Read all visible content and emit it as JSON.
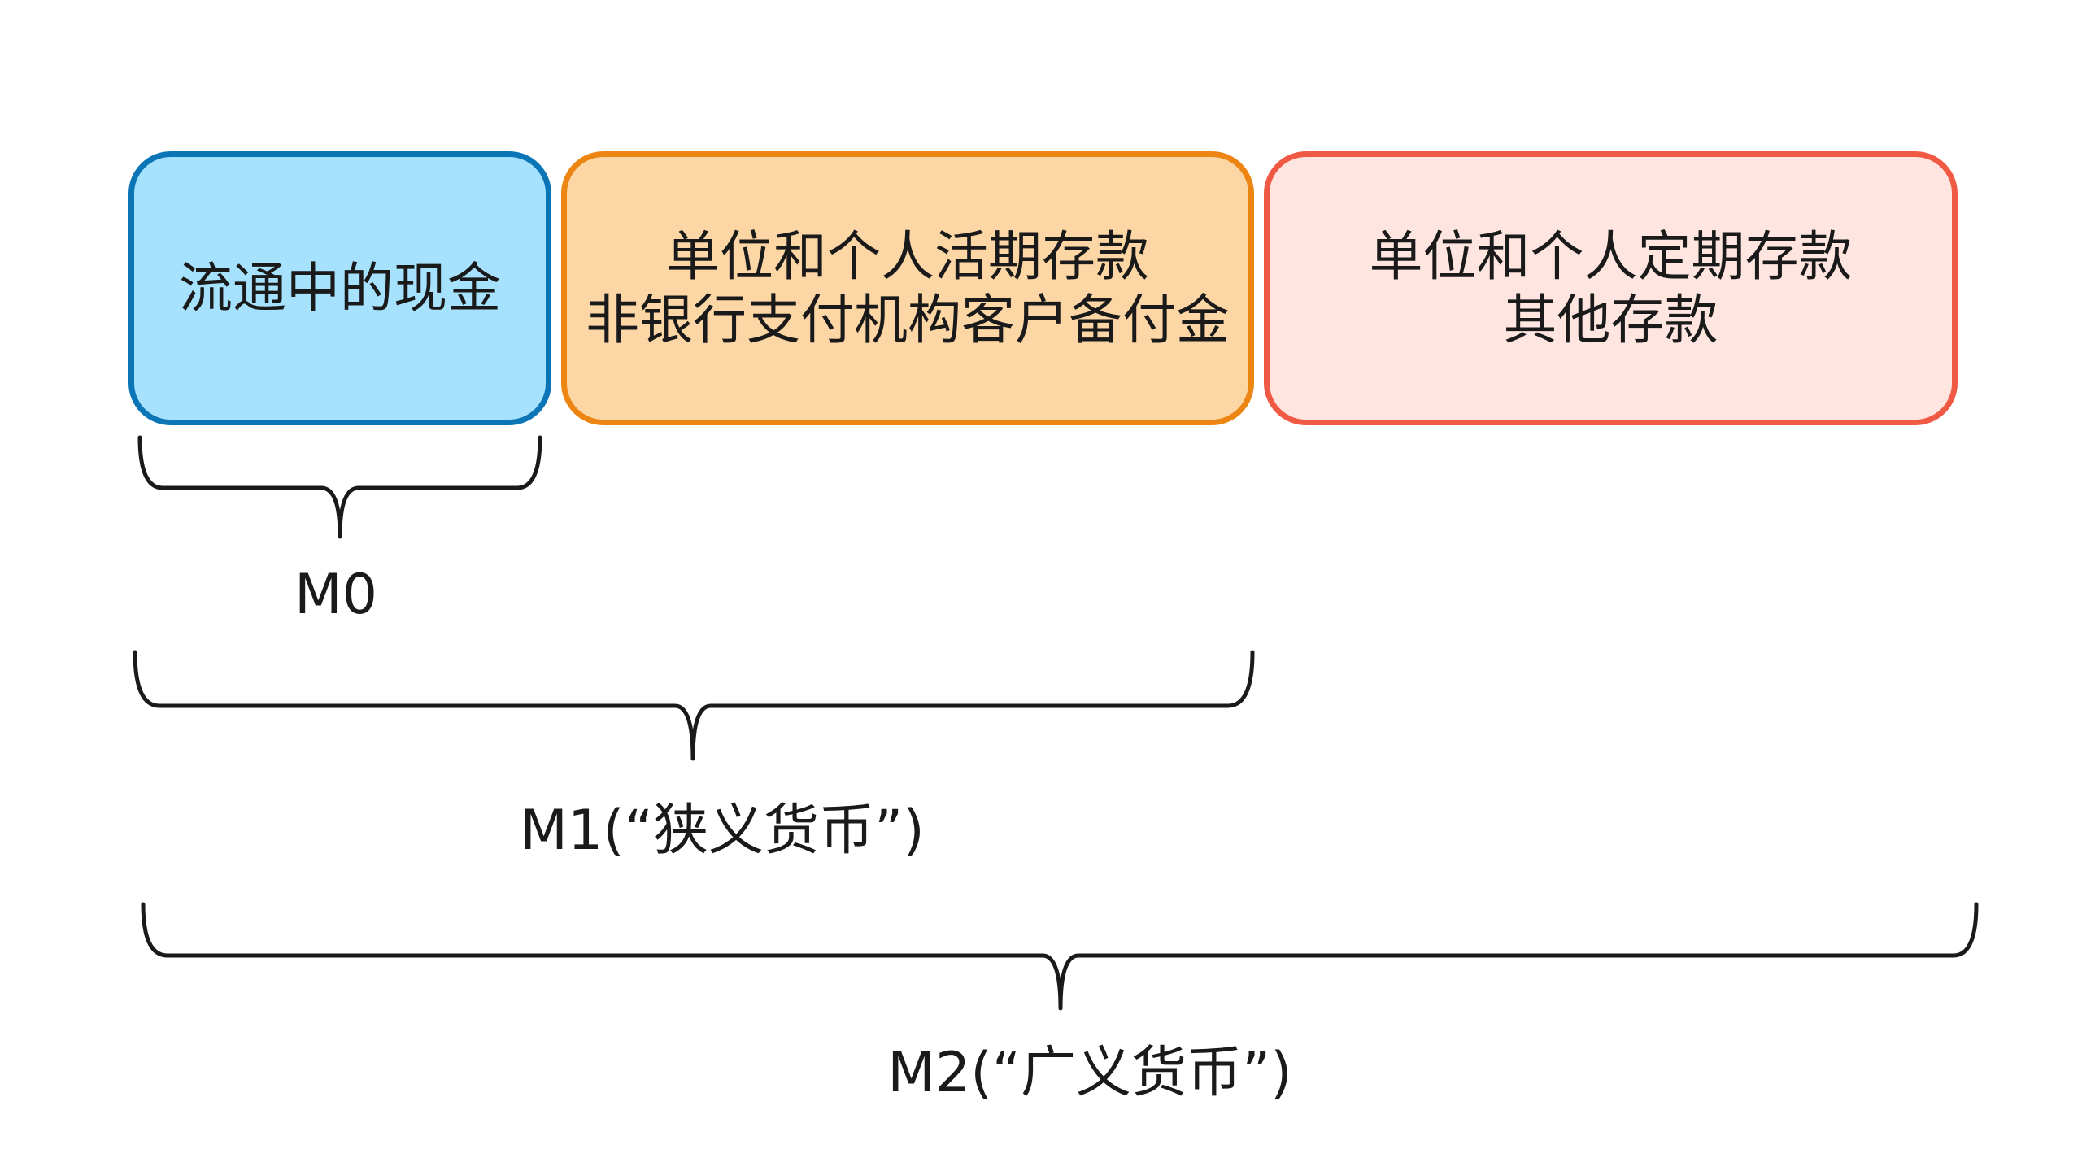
{
  "colors": {
    "m0_fill": "#a6e1fd",
    "m0_border": "#0b75b6",
    "demand_fill": "#fdd6a6",
    "demand_border": "#ec8512",
    "time_fill": "#fee5e0",
    "time_border": "#f05a44",
    "brace_stroke": "#1a1a1a"
  },
  "boxes": {
    "m0": {
      "line1": "流通中的现金"
    },
    "demand": {
      "line1": "单位和个人活期存款",
      "line2": "非银行支付机构客户备付金"
    },
    "time": {
      "line1": "单位和个人定期存款",
      "line2": "其他存款"
    }
  },
  "braces": {
    "m0": {
      "label": "M0"
    },
    "m1": {
      "label": "M1(“狭义货币”)"
    },
    "m2": {
      "label": "M2(“广义货币”)"
    }
  }
}
